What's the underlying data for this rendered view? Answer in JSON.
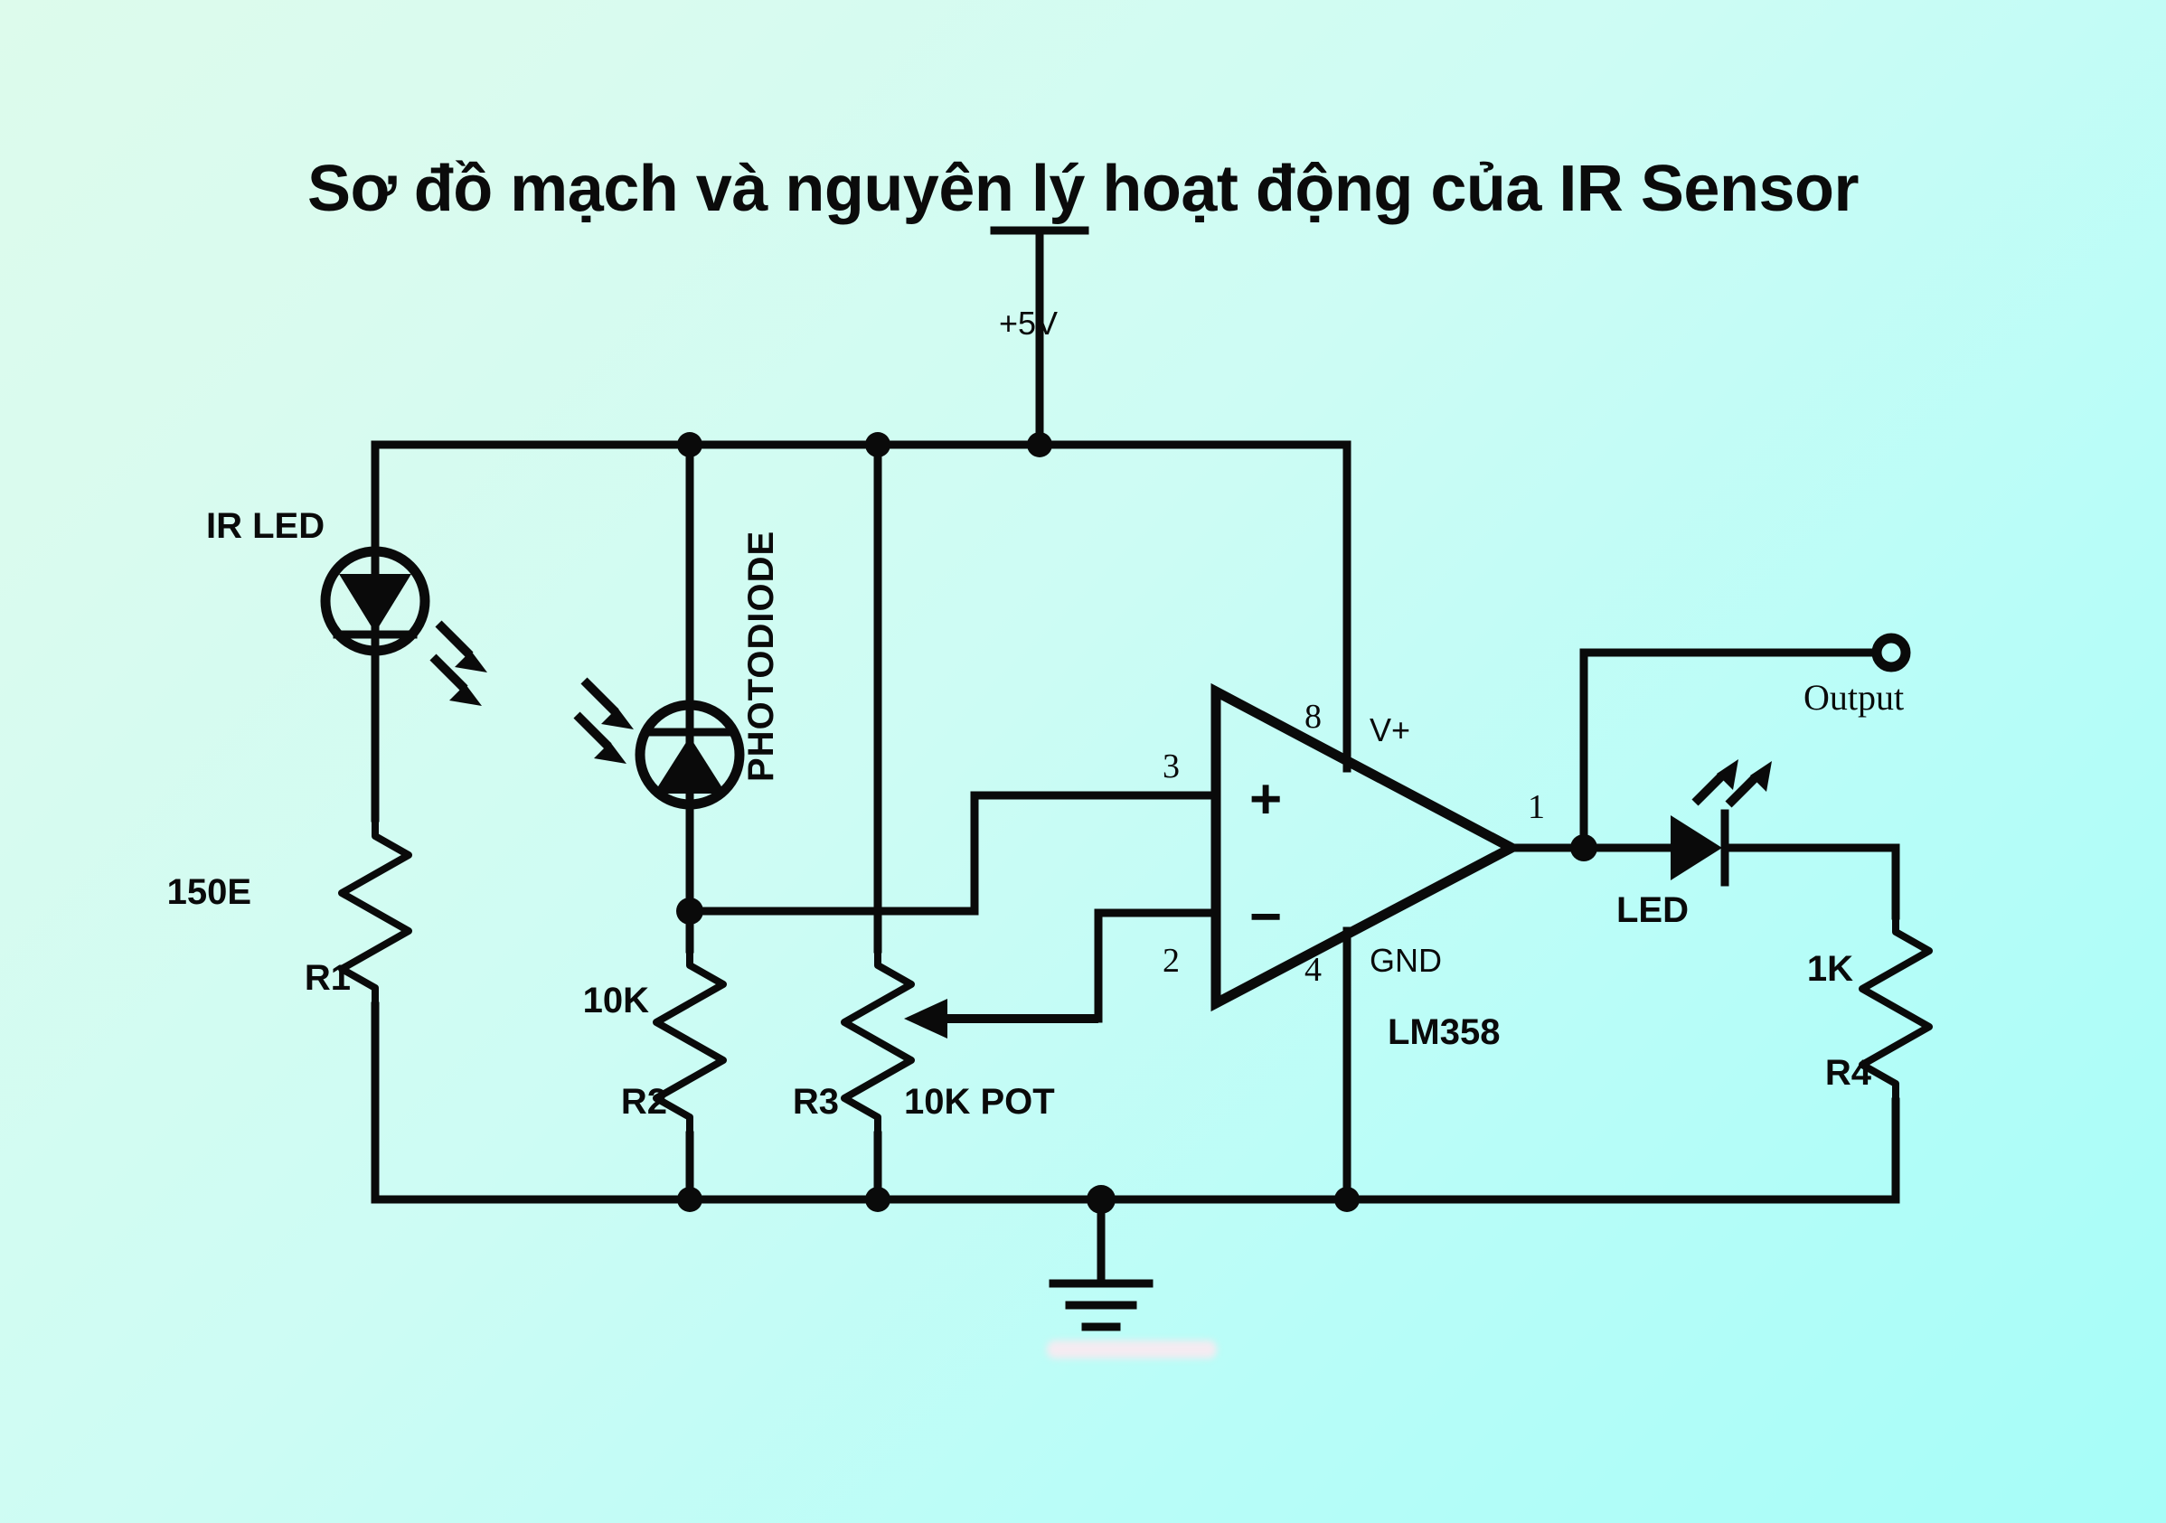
{
  "page": {
    "title": "Sơ đồ mạch và nguyên lý hoạt động của IR Sensor",
    "background_from": "#ddfbec",
    "background_to": "#a6fdf8",
    "ink_color": "#0a0a0a"
  },
  "circuit": {
    "supply": {
      "label": "+5V"
    },
    "ground": {
      "name": "ground-symbol"
    },
    "components": [
      {
        "id": "ir-led",
        "label": "IR LED",
        "type": "emitting-diode-in-circle",
        "value": "",
        "emission": "outgoing-arrows"
      },
      {
        "id": "r1",
        "label": "R1",
        "value": "150E",
        "type": "resistor"
      },
      {
        "id": "photodiode",
        "label": "PHOTODIODE",
        "type": "photodiode-in-circle",
        "value": "",
        "emission": "incoming-arrows"
      },
      {
        "id": "r2",
        "label": "R2",
        "value": "10K",
        "type": "resistor"
      },
      {
        "id": "r3",
        "label": "R3",
        "value": "10K POT",
        "type": "potentiometer"
      },
      {
        "id": "opamp",
        "label": "LM358",
        "type": "op-amp",
        "pins": {
          "noninverting": "3",
          "inverting": "2",
          "vplus": "8",
          "gnd": "4",
          "output": "1"
        },
        "pin_names": {
          "vplus": "V+",
          "gnd": "GND"
        },
        "signs": {
          "plus": "+",
          "minus": "−"
        }
      },
      {
        "id": "output-terminal",
        "label": "Output",
        "type": "open-terminal"
      },
      {
        "id": "led",
        "label": "LED",
        "type": "led",
        "value": "",
        "emission": "outgoing-arrows"
      },
      {
        "id": "r4",
        "label": "R4",
        "value": "1K",
        "type": "resistor"
      }
    ]
  }
}
